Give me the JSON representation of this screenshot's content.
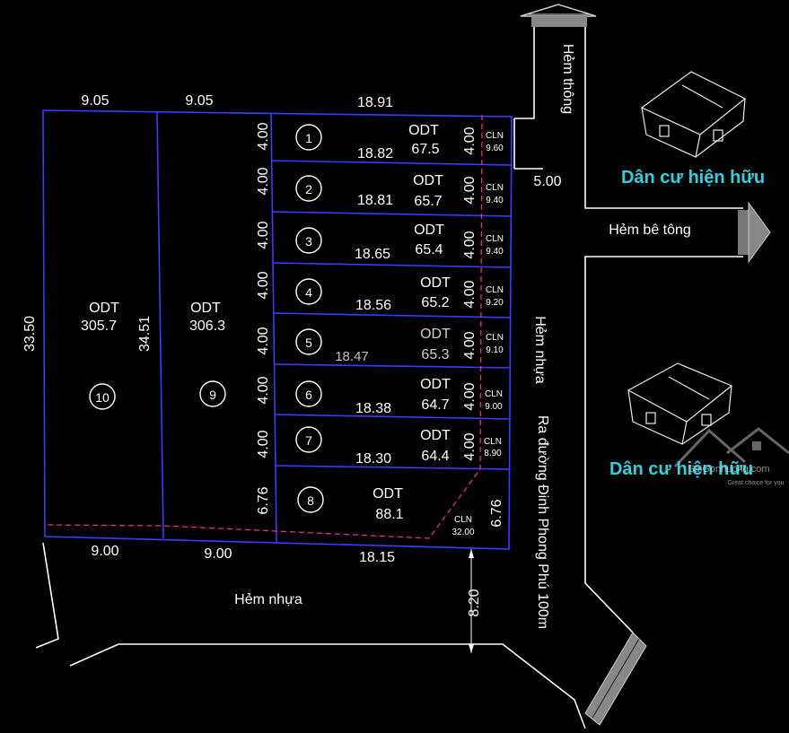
{
  "streets": {
    "hem_thong": "Hẻm thông",
    "hem_be_tong": "Hẻm bê tông",
    "hem_nhua_right": "Hẻm nhựa",
    "hem_nhua_bottom": "Hẻm nhựa",
    "ra_duong": "Ra đường Đinh Phong Phú 100m"
  },
  "residential": {
    "top": "Dân cư hiện hữu",
    "bottom": "Dân cư hiện hữu"
  },
  "watermark": {
    "brand": "SaiGonhuong.com",
    "tagline": "Great choice for you"
  },
  "dims": {
    "top_left": "9.05",
    "top_mid": "9.05",
    "top_right": "18.91",
    "left_height": "33.50",
    "lot9_left": "34.51",
    "road_width": "5.00",
    "bottom_left": "9.00",
    "bottom_mid": "9.00",
    "bottom_right": "18.15",
    "lot8_right": "6.76",
    "road_bottom": "8.20"
  },
  "big_lots": [
    {
      "num": "10",
      "type": "ODT",
      "area": "305.7"
    },
    {
      "num": "9",
      "type": "ODT",
      "area": "306.3"
    }
  ],
  "lots": [
    {
      "num": "1",
      "width": "4.00",
      "length": "18.82",
      "type": "ODT",
      "area": "67.5",
      "cln_width": "4.00",
      "cln": "CLN",
      "cln_area": "9.60"
    },
    {
      "num": "2",
      "width": "4.00",
      "length": "18.81",
      "type": "ODT",
      "area": "65.7",
      "cln_width": "4.00",
      "cln": "CLN",
      "cln_area": "9.40"
    },
    {
      "num": "3",
      "width": "4.00",
      "length": "18.65",
      "type": "ODT",
      "area": "65.4",
      "cln_width": "4.00",
      "cln": "CLN",
      "cln_area": "9.40"
    },
    {
      "num": "4",
      "width": "4.00",
      "length": "18.56",
      "type": "ODT",
      "area": "65.2",
      "cln_width": "4.00",
      "cln": "CLN",
      "cln_area": "9.20"
    },
    {
      "num": "5",
      "width": "4.00",
      "length": "18.47",
      "type": "ODT",
      "area": "65.3",
      "cln_width": "4.00",
      "cln": "CLN",
      "cln_area": "9.10"
    },
    {
      "num": "6",
      "width": "4.00",
      "length": "18.38",
      "type": "ODT",
      "area": "64.7",
      "cln_width": "4.00",
      "cln": "CLN",
      "cln_area": "9.00"
    },
    {
      "num": "7",
      "width": "4.00",
      "length": "18.30",
      "type": "ODT",
      "area": "64.4",
      "cln_width": "4.00",
      "cln": "CLN",
      "cln_area": "8.90"
    }
  ],
  "lot8": {
    "num": "8",
    "width": "6.76",
    "type": "ODT",
    "area": "88.1",
    "cln": "CLN",
    "cln_area": "32.00"
  }
}
